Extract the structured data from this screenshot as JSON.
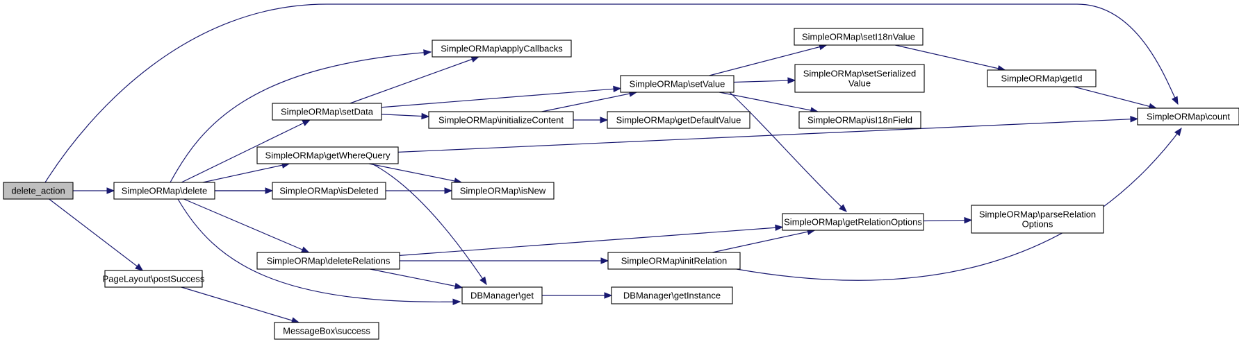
{
  "diagram": {
    "edge_color": "#191970",
    "nodes": {
      "delete_action": {
        "lines": [
          "delete_action"
        ],
        "root": true
      },
      "delete": {
        "lines": [
          "SimpleORMap\\delete"
        ]
      },
      "postSuccess": {
        "lines": [
          "PageLayout\\postSuccess"
        ]
      },
      "msgSuccess": {
        "lines": [
          "MessageBox\\success"
        ]
      },
      "applyCallbacks": {
        "lines": [
          "SimpleORMap\\applyCallbacks"
        ]
      },
      "setData": {
        "lines": [
          "SimpleORMap\\setData"
        ]
      },
      "getWhereQuery": {
        "lines": [
          "SimpleORMap\\getWhereQuery"
        ]
      },
      "isDeleted": {
        "lines": [
          "SimpleORMap\\isDeleted"
        ]
      },
      "isNew": {
        "lines": [
          "SimpleORMap\\isNew"
        ]
      },
      "deleteRelations": {
        "lines": [
          "SimpleORMap\\deleteRelations"
        ]
      },
      "dbGet": {
        "lines": [
          "DBManager\\get"
        ]
      },
      "initializeContent": {
        "lines": [
          "SimpleORMap\\initializeContent"
        ]
      },
      "setValue": {
        "lines": [
          "SimpleORMap\\setValue"
        ]
      },
      "getDefaultValue": {
        "lines": [
          "SimpleORMap\\getDefaultValue"
        ]
      },
      "getInstance": {
        "lines": [
          "DBManager\\getInstance"
        ]
      },
      "initRelation": {
        "lines": [
          "SimpleORMap\\initRelation"
        ]
      },
      "getRelationOptions": {
        "lines": [
          "SimpleORMap\\getRelationOptions"
        ]
      },
      "setI18nValue": {
        "lines": [
          "SimpleORMap\\setI18nValue"
        ]
      },
      "setSerializedValue": {
        "lines": [
          "SimpleORMap\\setSerialized",
          "Value"
        ]
      },
      "isI18nField": {
        "lines": [
          "SimpleORMap\\isI18nField"
        ]
      },
      "getId": {
        "lines": [
          "SimpleORMap\\getId"
        ]
      },
      "parseRelationOptions": {
        "lines": [
          "SimpleORMap\\parseRelation",
          "Options"
        ]
      },
      "count": {
        "lines": [
          "SimpleORMap\\count"
        ]
      }
    },
    "edges": [
      [
        "delete_action",
        "delete"
      ],
      [
        "delete_action",
        "postSuccess"
      ],
      [
        "delete_action",
        "count"
      ],
      [
        "postSuccess",
        "msgSuccess"
      ],
      [
        "delete",
        "applyCallbacks"
      ],
      [
        "delete",
        "setData"
      ],
      [
        "delete",
        "getWhereQuery"
      ],
      [
        "delete",
        "isDeleted"
      ],
      [
        "delete",
        "isNew"
      ],
      [
        "delete",
        "deleteRelations"
      ],
      [
        "delete",
        "dbGet"
      ],
      [
        "setData",
        "applyCallbacks"
      ],
      [
        "setData",
        "setValue"
      ],
      [
        "setData",
        "initializeContent"
      ],
      [
        "getWhereQuery",
        "count"
      ],
      [
        "getWhereQuery",
        "isNew"
      ],
      [
        "getWhereQuery",
        "dbGet"
      ],
      [
        "deleteRelations",
        "getRelationOptions"
      ],
      [
        "deleteRelations",
        "initRelation"
      ],
      [
        "deleteRelations",
        "dbGet"
      ],
      [
        "initializeContent",
        "setValue"
      ],
      [
        "initializeContent",
        "getDefaultValue"
      ],
      [
        "dbGet",
        "getInstance"
      ],
      [
        "setValue",
        "setI18nValue"
      ],
      [
        "setValue",
        "setSerializedValue"
      ],
      [
        "setValue",
        "isI18nField"
      ],
      [
        "setValue",
        "getRelationOptions"
      ],
      [
        "setI18nValue",
        "getId"
      ],
      [
        "getId",
        "count"
      ],
      [
        "initRelation",
        "getRelationOptions"
      ],
      [
        "initRelation",
        "count"
      ],
      [
        "getRelationOptions",
        "parseRelationOptions"
      ]
    ]
  }
}
